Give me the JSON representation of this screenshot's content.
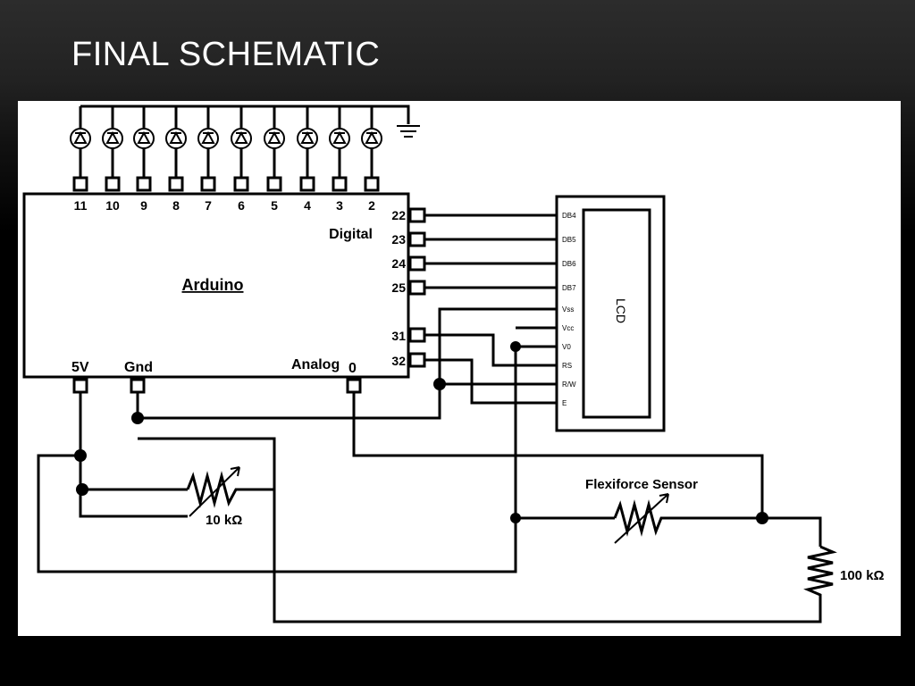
{
  "slide": {
    "title": "FINAL SCHEMATIC"
  },
  "arduino": {
    "name": "Arduino",
    "digital_label": "Digital",
    "analog_label": "Analog",
    "analog_pin": "0",
    "power_label": "5V",
    "ground_label": "Gnd",
    "top_pins": [
      "11",
      "10",
      "9",
      "8",
      "7",
      "6",
      "5",
      "4",
      "3",
      "2"
    ],
    "side_pins": [
      "22",
      "23",
      "24",
      "25",
      "31",
      "32"
    ]
  },
  "lcd": {
    "name": "LCD",
    "pins": [
      "DB4",
      "DB5",
      "DB6",
      "DB7",
      "Vss",
      "Vcc",
      "V0",
      "RS",
      "R/W",
      "E"
    ]
  },
  "components": {
    "potentiometer_label": "10 kΩ",
    "flex_sensor_label": "Flexiforce Sensor",
    "resistor_label": "100 kΩ"
  },
  "colors": {
    "background": "#000000",
    "panel": "#ffffff",
    "ink": "#000000",
    "title": "#ffffff"
  }
}
